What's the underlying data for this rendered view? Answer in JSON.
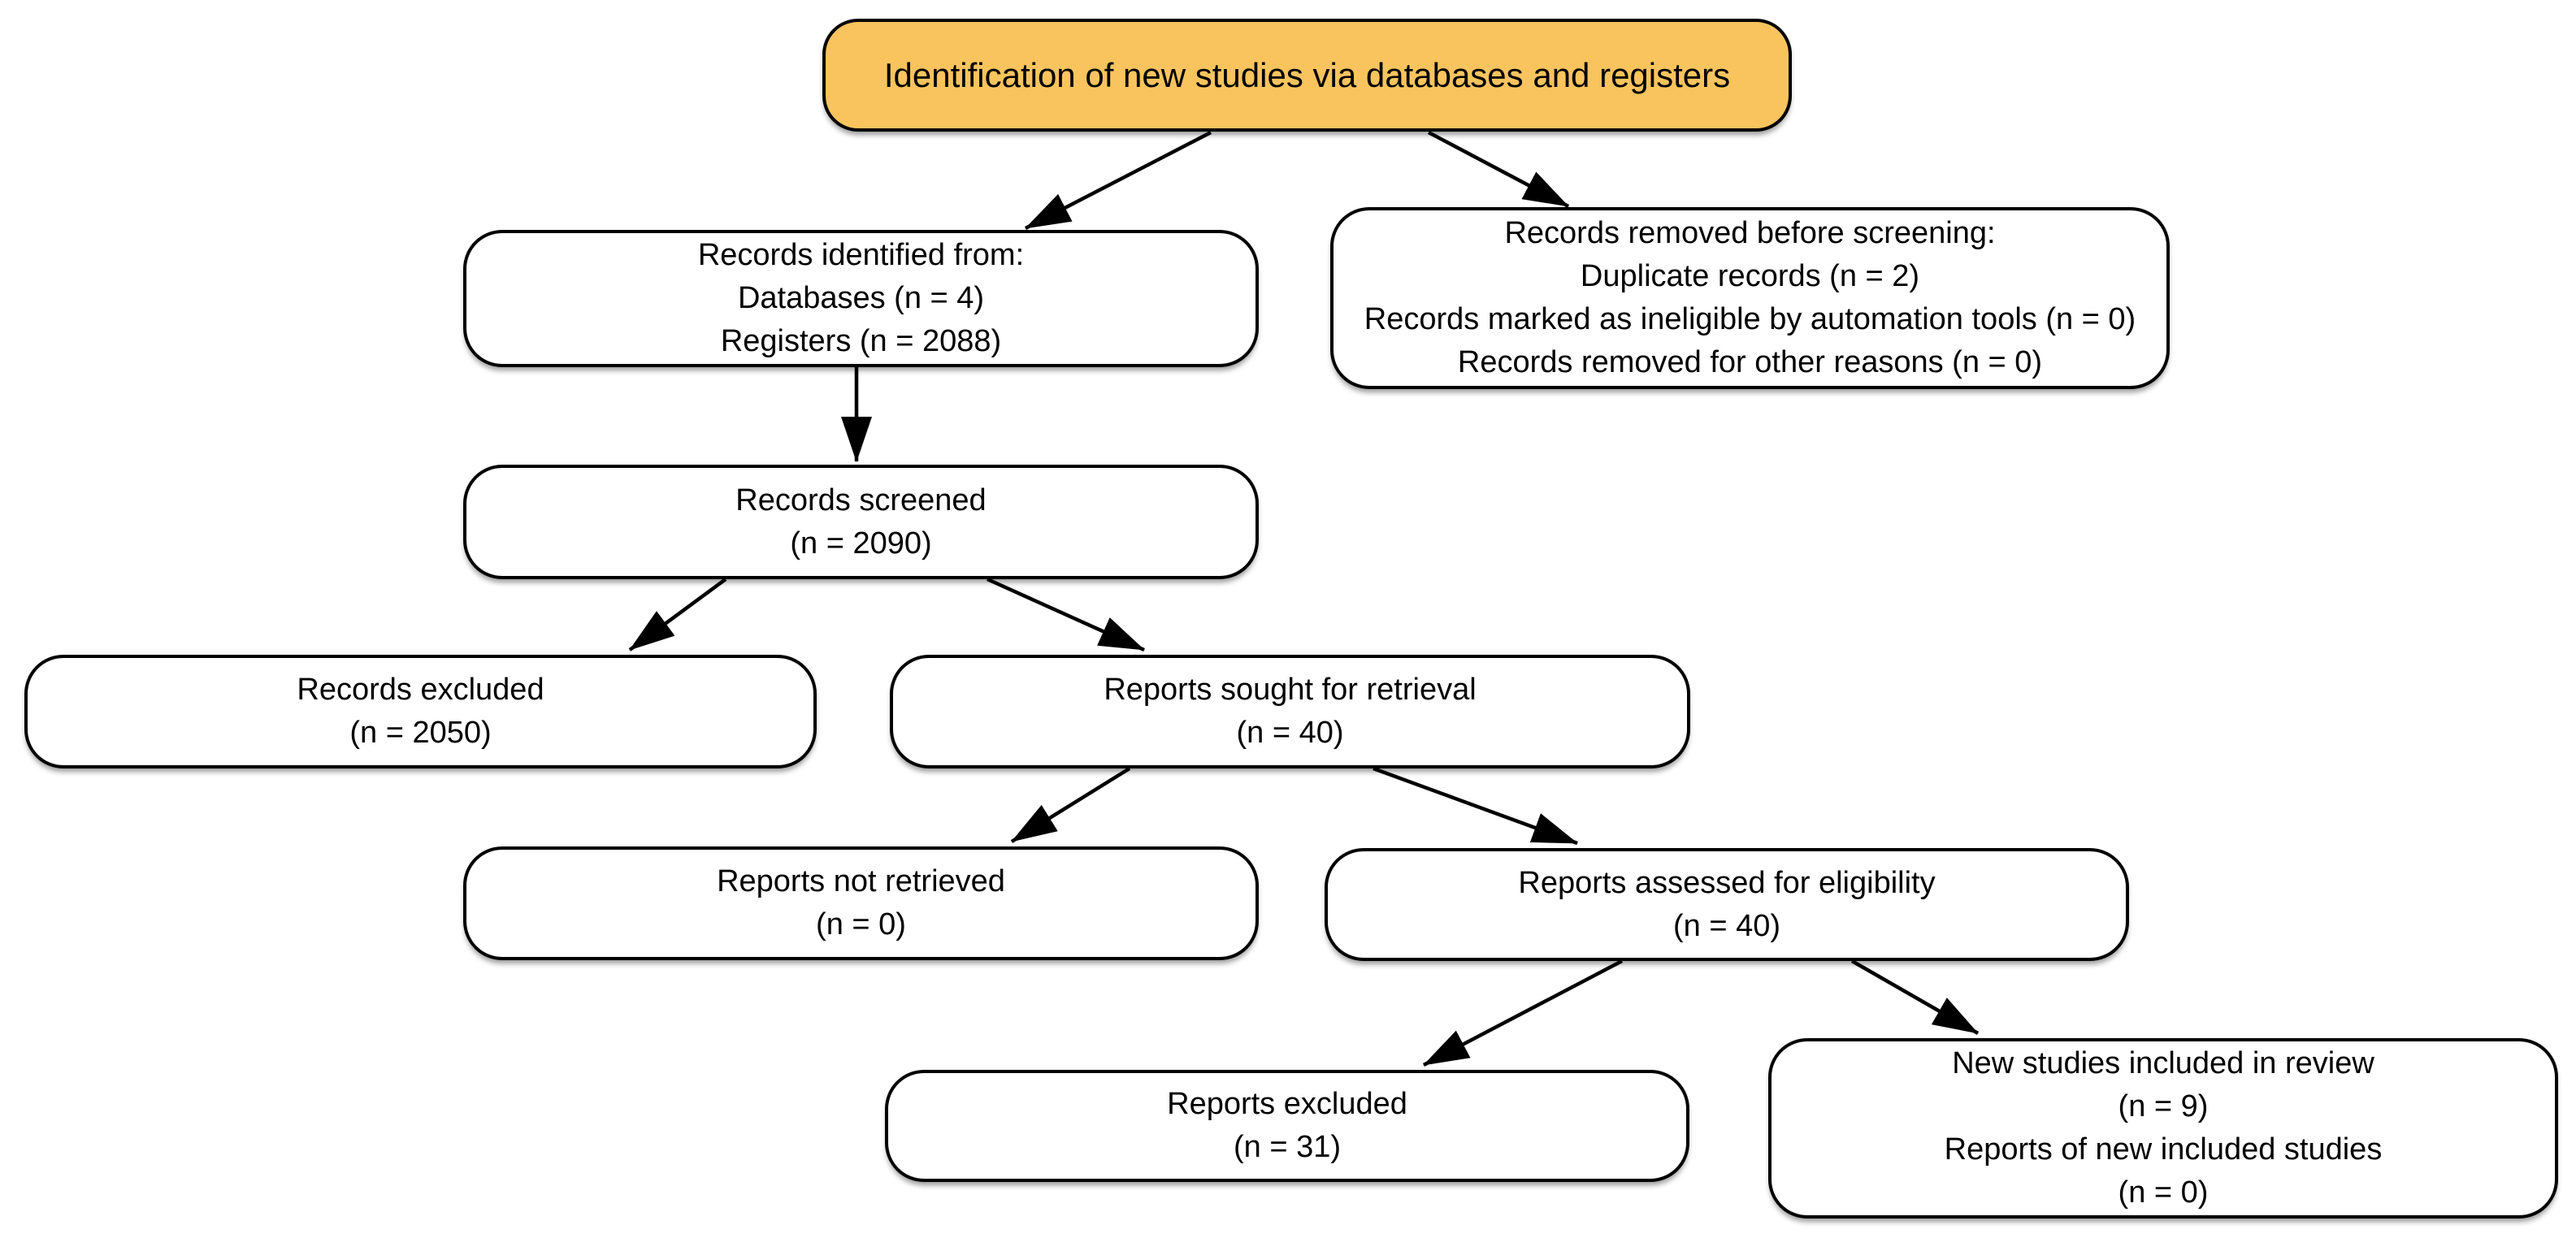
{
  "diagram": {
    "banner": {
      "label": "Identification of new studies via databases and registers"
    },
    "boxes": {
      "records_identified": {
        "lines": [
          "Records identified from:",
          "Databases (n = 4)",
          "Registers (n = 2088)"
        ]
      },
      "records_removed": {
        "lines": [
          "Records removed before screening:",
          "Duplicate records (n = 2)",
          "Records marked as ineligible by automation tools (n = 0)",
          "Records removed for other reasons (n = 0)"
        ]
      },
      "records_screened": {
        "lines": [
          "Records screened",
          "(n = 2090)"
        ]
      },
      "records_excluded": {
        "lines": [
          "Records excluded",
          "(n = 2050)"
        ]
      },
      "reports_sought": {
        "lines": [
          "Reports sought for retrieval",
          "(n = 40)"
        ]
      },
      "reports_not_retrieved": {
        "lines": [
          "Reports not retrieved",
          "(n = 0)"
        ]
      },
      "reports_assessed": {
        "lines": [
          "Reports assessed for eligibility",
          "(n = 40)"
        ]
      },
      "reports_excluded": {
        "lines": [
          "Reports excluded",
          "(n = 31)"
        ]
      },
      "new_studies_included": {
        "lines": [
          "New studies included in review",
          "(n = 9)",
          "Reports of new included studies",
          "(n = 0)"
        ]
      }
    },
    "edges": [
      {
        "from": "banner",
        "to": "records_identified"
      },
      {
        "from": "banner",
        "to": "records_removed"
      },
      {
        "from": "records_identified",
        "to": "records_screened"
      },
      {
        "from": "records_screened",
        "to": "records_excluded"
      },
      {
        "from": "records_screened",
        "to": "reports_sought"
      },
      {
        "from": "reports_sought",
        "to": "reports_not_retrieved"
      },
      {
        "from": "reports_sought",
        "to": "reports_assessed"
      },
      {
        "from": "reports_assessed",
        "to": "reports_excluded"
      },
      {
        "from": "reports_assessed",
        "to": "new_studies_included"
      }
    ],
    "colors": {
      "banner_fill": "#F9C45E",
      "box_fill": "#FFFFFF",
      "border": "#000000",
      "text": "#000000",
      "arrow": "#000000",
      "background": "#FFFFFF"
    }
  }
}
